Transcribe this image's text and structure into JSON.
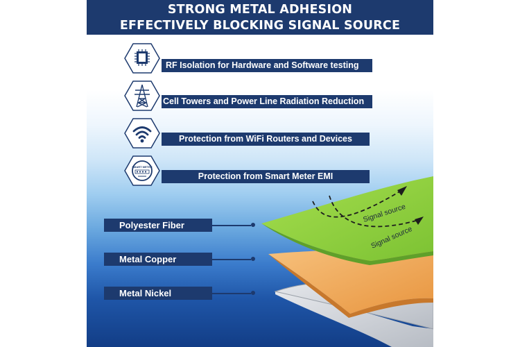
{
  "header": {
    "line1": "STRONG METAL ADHESION",
    "line2": "EFFECTIVELY BLOCKING SIGNAL SOURCE"
  },
  "features": [
    {
      "icon": "chip-icon",
      "text": "RF Isolation for Hardware and Software testing"
    },
    {
      "icon": "power-tower-icon",
      "text": "Cell Towers and Power Line Radiation Reduction"
    },
    {
      "icon": "wifi-icon",
      "text": "Protection from WiFi Routers and Devices"
    },
    {
      "icon": "smart-meter-icon",
      "text": "Protection from Smart Meter EMI",
      "meter_label": "SMART METER"
    }
  ],
  "layers": [
    {
      "label": "Polyester Fiber",
      "color": "#8cd13a"
    },
    {
      "label": "Metal Copper",
      "color": "#f0a95a"
    },
    {
      "label": "Metal Nickel",
      "color": "#c9ccd1"
    }
  ],
  "signal_labels": [
    "Signal source",
    "Signal source"
  ],
  "colors": {
    "navy": "#1d3a6e",
    "green": "#8cd13a",
    "copper": "#f0a95a",
    "nickel": "#c9ccd1"
  }
}
